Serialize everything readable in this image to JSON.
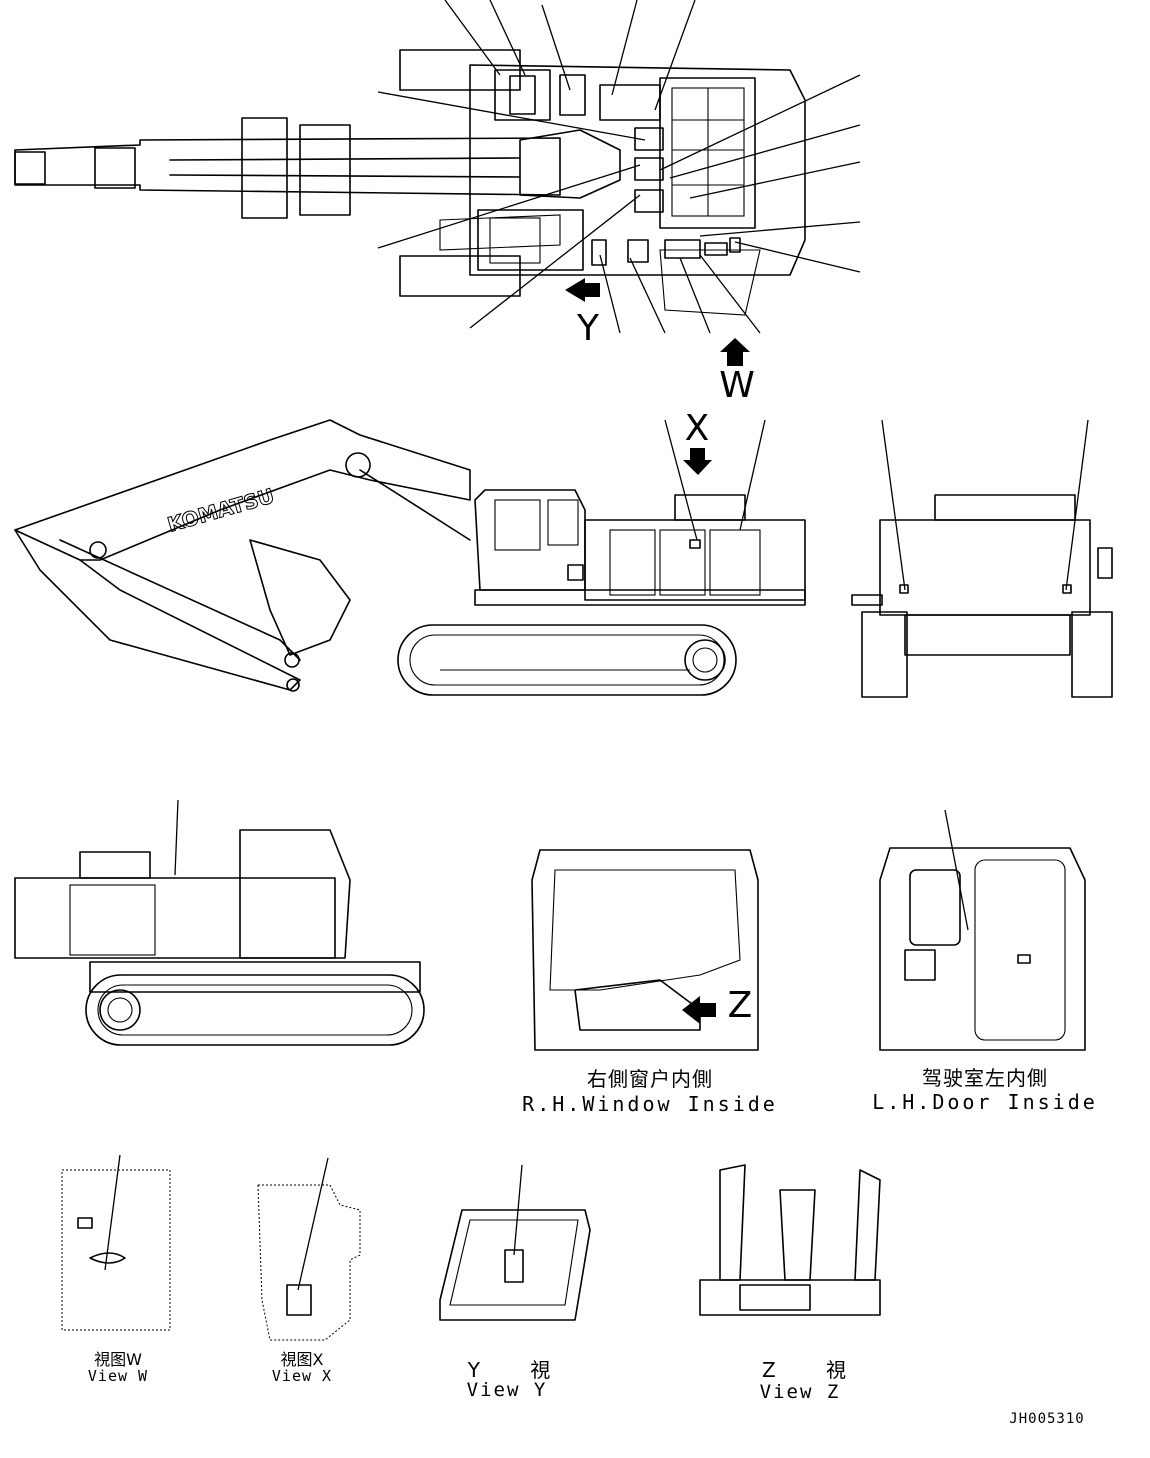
{
  "markers": {
    "w": "W",
    "x": "X",
    "y": "Y",
    "z": "Z"
  },
  "captions": {
    "rh_window": {
      "cn": "右側窗户内側",
      "en": "R.H.Window Inside"
    },
    "lh_door": {
      "cn": "驾驶室左内側",
      "en": "L.H.Door Inside"
    },
    "view_w": {
      "cn": "視图W",
      "en": "View W"
    },
    "view_x": {
      "cn": "視图X",
      "en": "View X"
    },
    "view_y": {
      "cn": "Y 視",
      "en": "View Y"
    },
    "view_z": {
      "cn": "Z 視",
      "en": "View Z"
    }
  },
  "brand": "KOMATSU",
  "drawing_code": "JH005310"
}
